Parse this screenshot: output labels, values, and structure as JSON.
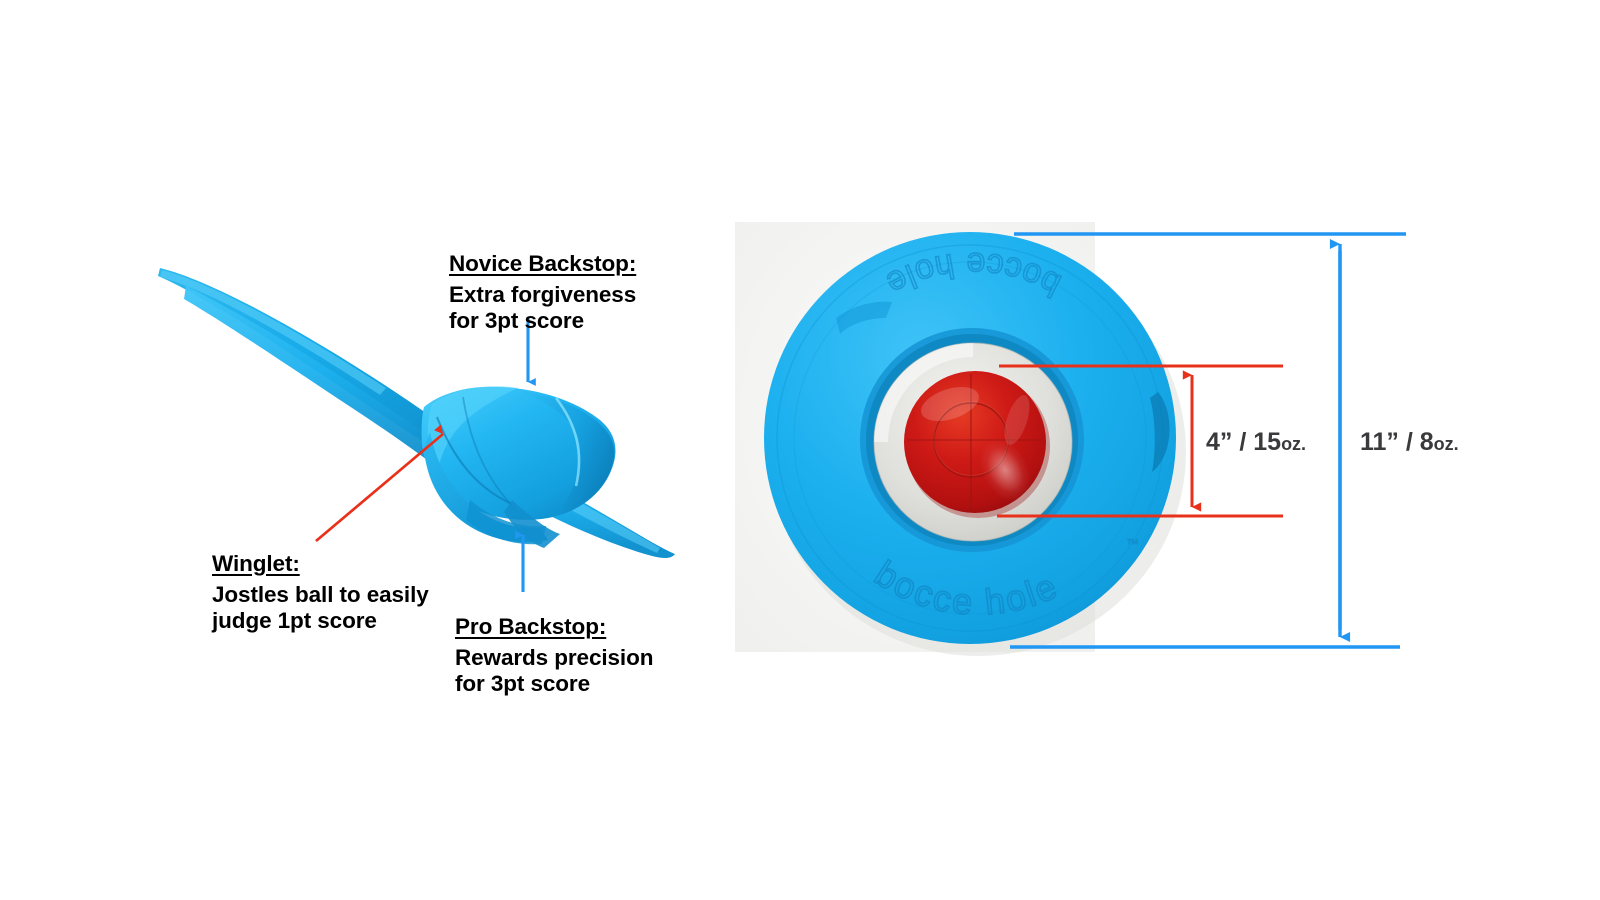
{
  "page": {
    "background": "#ffffff",
    "photo_background": "#f4f4f2"
  },
  "colors": {
    "product_blue": "#18ACEA",
    "product_blue_light": "#3FC6F7",
    "product_blue_dark": "#0E86BE",
    "ball_red": "#C21414",
    "ball_red_light": "#E03030",
    "cup_gray": "#DCDCD8",
    "arrow_blue": "#2196F3",
    "arrow_red": "#E8301A",
    "text_black": "#000000",
    "dim_text": "#3a3a3c"
  },
  "annotations": [
    {
      "id": "novice-backstop",
      "title": "Novice Backstop:",
      "body": "Extra forgiveness\nfor 3pt score",
      "arrow_color": "#2196F3",
      "arrow_direction": "down"
    },
    {
      "id": "winglet",
      "title": "Winglet:",
      "body": "Jostles ball to easily\njudge 1pt score",
      "arrow_color": "#E8301A",
      "arrow_direction": "up-right"
    },
    {
      "id": "pro-backstop",
      "title": "Pro Backstop:",
      "body": "Rewards precision\nfor 3pt score",
      "arrow_color": "#2196F3",
      "arrow_direction": "up"
    }
  ],
  "dimensions": {
    "inner": {
      "id": "inner-dimension",
      "size": "4” / 15",
      "unit": "oz.",
      "color": "#E8301A",
      "measures": "ball"
    },
    "outer": {
      "id": "outer-dimension",
      "size": "11” / 8",
      "unit": "oz.",
      "color": "#2196F3",
      "measures": "disc"
    }
  },
  "product": {
    "brand_top": "bocce hole",
    "brand_top_mark": "™",
    "brand_bottom": "bocce hole",
    "brand_bottom_mark": "™",
    "left_part_name": "backstop-blade",
    "right_part_name": "bocce-hole-disc"
  }
}
